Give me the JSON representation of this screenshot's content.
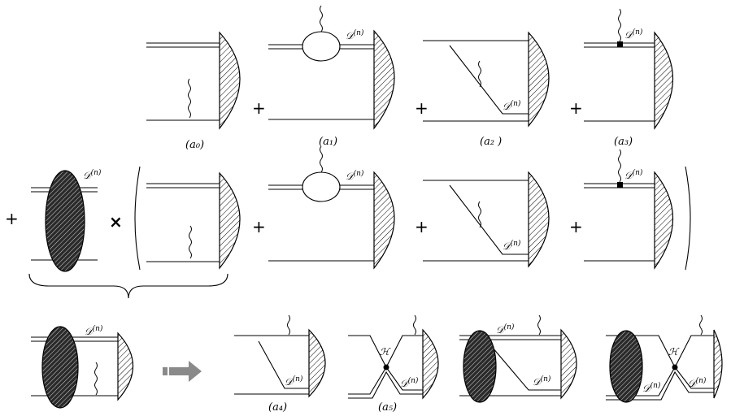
{
  "labels": {
    "a0": "(a₀)",
    "a1": "(a₁)",
    "a2": "(a₂ )",
    "a3": "(a₃)",
    "a4": "(a₄)",
    "a5": "(a₅)"
  },
  "symbols": {
    "D": "𝒟",
    "n": "(n)",
    "H": "ℋ",
    "plus": "+",
    "times": "×"
  },
  "colors": {
    "line": "#000000",
    "arrow": "#8a8a8a"
  }
}
